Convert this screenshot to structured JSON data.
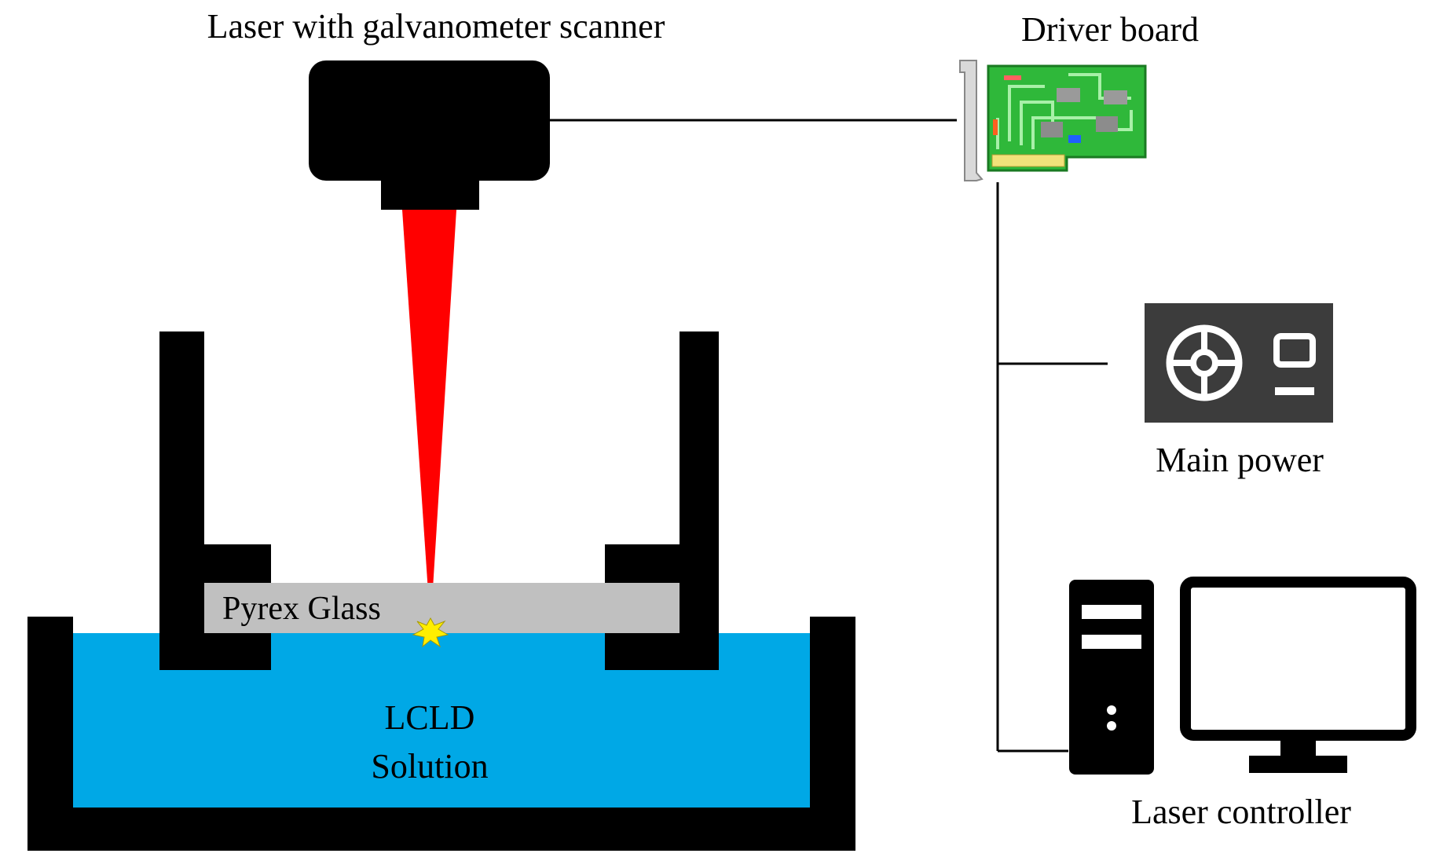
{
  "labels": {
    "laser": "Laser with galvanometer scanner",
    "driver_board": "Driver board",
    "main_power": "Main power",
    "pyrex_glass": "Pyrex Glass",
    "solution_line1": "LCLD",
    "solution_line2": "Solution",
    "laser_controller": "Laser controller"
  },
  "colors": {
    "background": "#ffffff",
    "equipment": "#000000",
    "laser_beam": "#ff0000",
    "solution": "#00a8e6",
    "glass": "#c0c0c0",
    "spark": "#ffee00",
    "pcb_green": "#2fb83a",
    "power_box": "#3c3c3c"
  },
  "icons": {
    "driver_board": "pcb-card-icon",
    "main_power": "power-supply-icon",
    "laser_controller": "desktop-computer-icon"
  }
}
